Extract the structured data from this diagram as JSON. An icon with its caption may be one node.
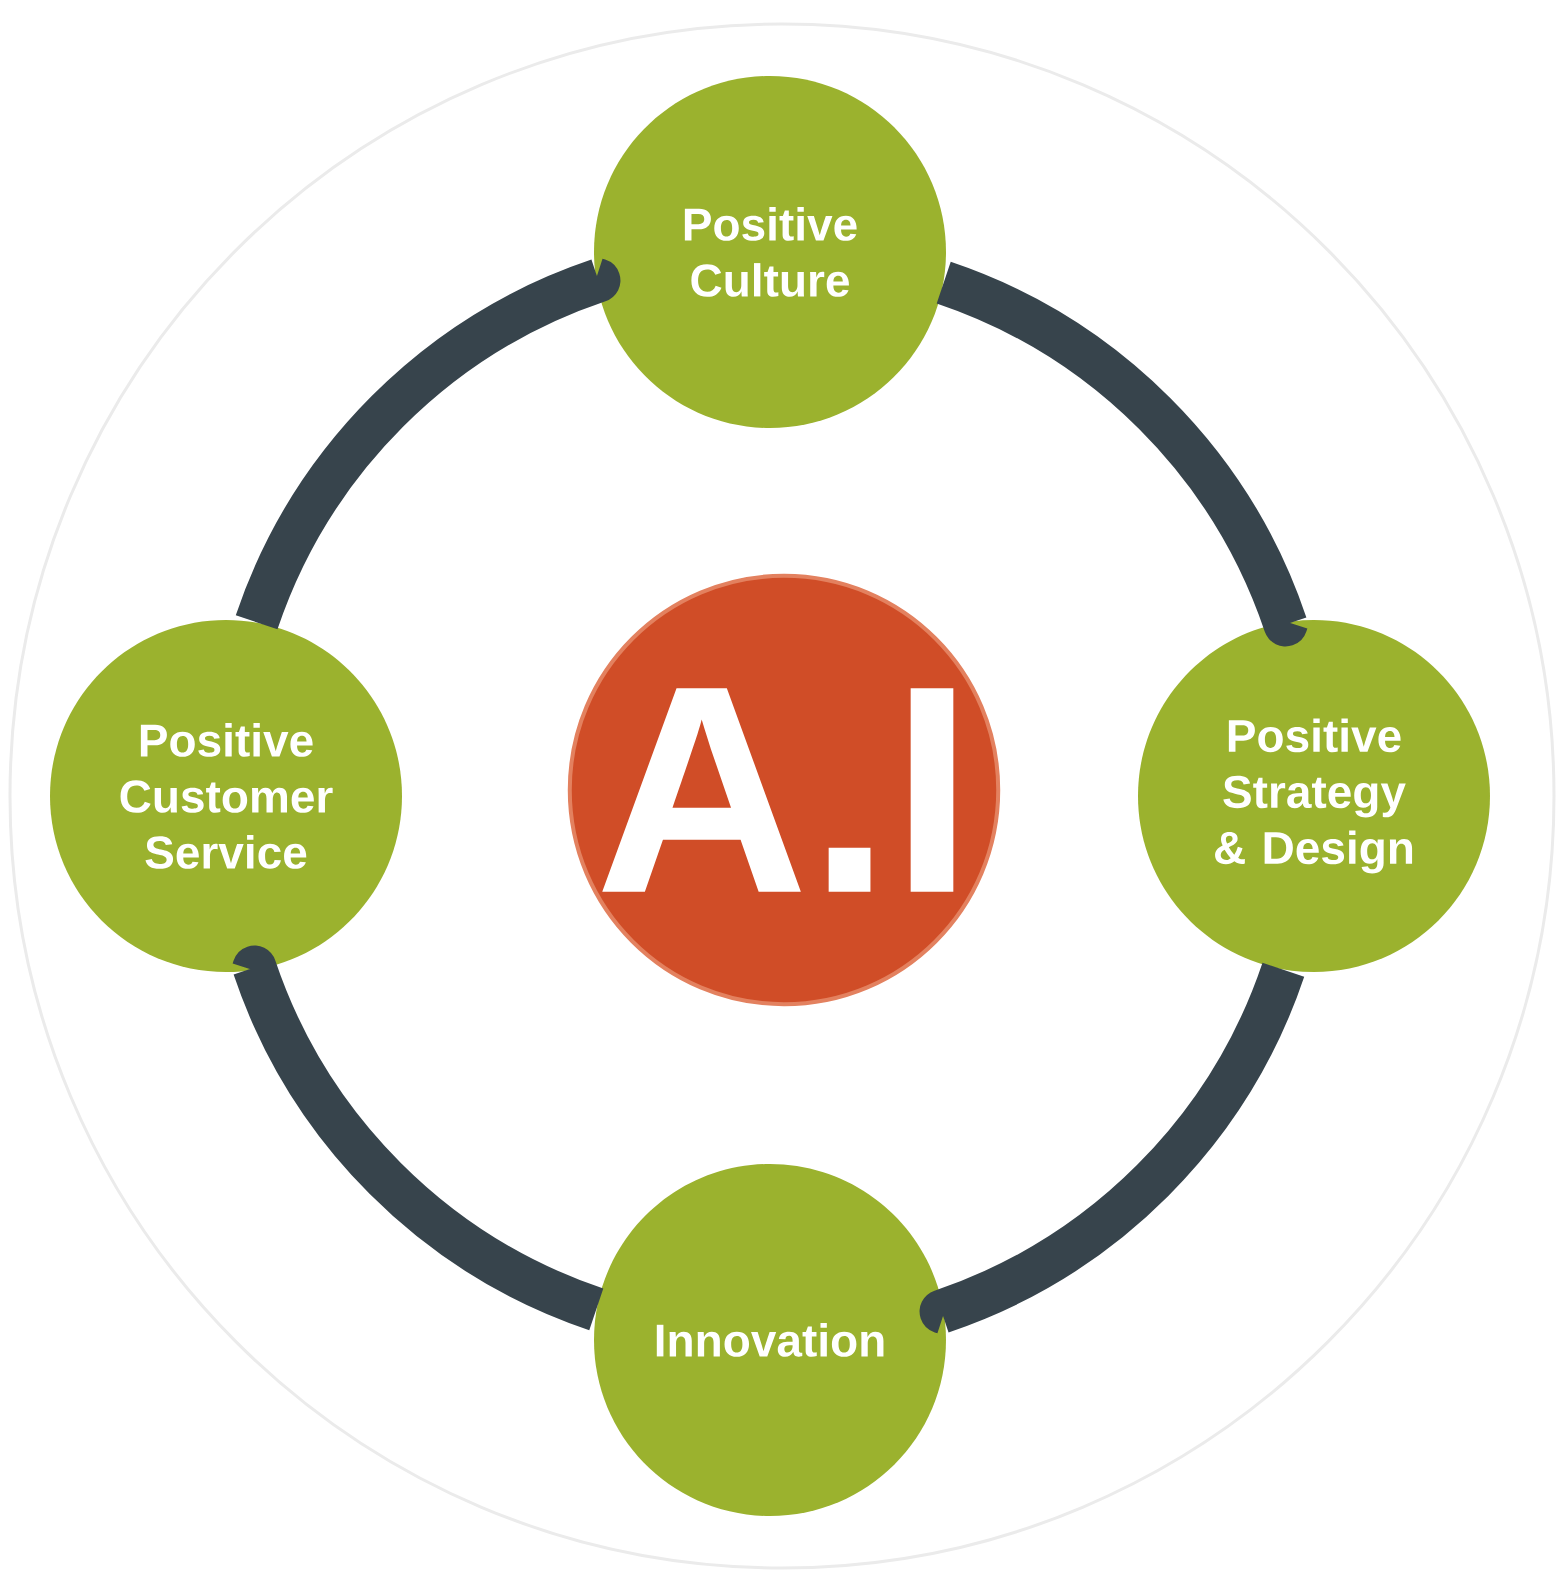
{
  "diagram": {
    "nodes": [
      {
        "text": [
          "Positive Culture"
        ]
      },
      {
        "text": [
          "Positive Customer Service"
        ]
      },
      {
        "text": [
          "A.I"
        ]
      },
      {
        "text": [
          "Positive Strategy & Design"
        ]
      },
      {
        "text": [
          "Innovation"
        ]
      }
    ],
    "edges": [
      {
        "from": 0,
        "to": 3,
        "arrow": "none"
      },
      {
        "from": 3,
        "to": 4,
        "arrow": "none"
      },
      {
        "from": 4,
        "to": 1,
        "arrow": "none"
      },
      {
        "from": 1,
        "to": 0,
        "arrow": "none"
      }
    ]
  }
}
